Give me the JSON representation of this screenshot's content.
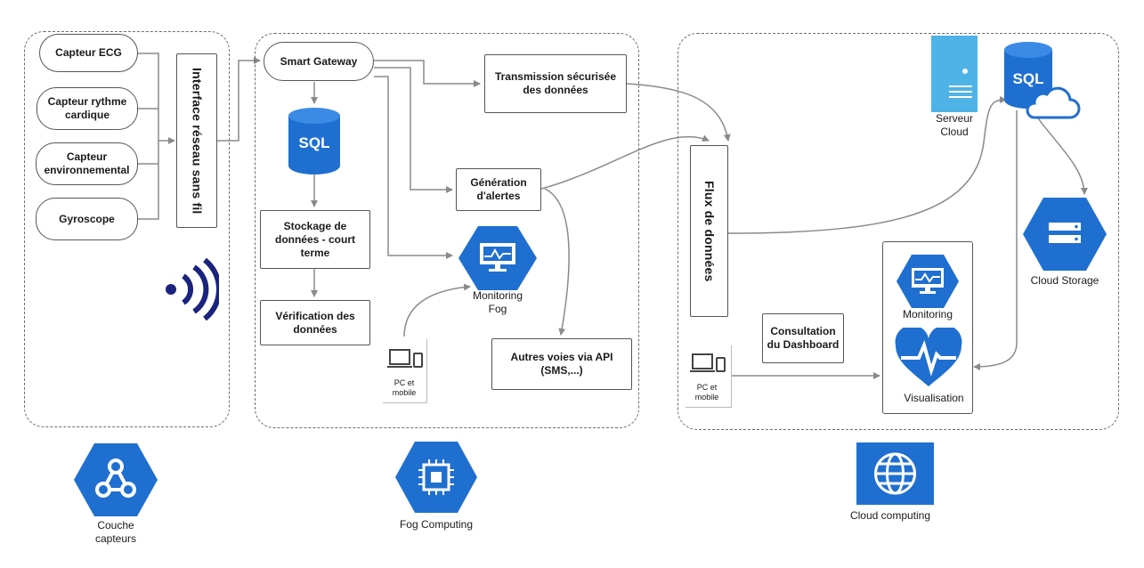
{
  "sensors": {
    "ecg": "Capteur ECG",
    "rythme": "Capteur rythme cardique",
    "environnemental": "Capteur environnemental",
    "gyroscope": "Gyroscope"
  },
  "interface_reseau": "Interface réseau sans fil",
  "fog": {
    "smart_gateway": "Smart Gateway",
    "sql_label": "SQL",
    "stockage": "Stockage de données - court terme",
    "verification": "Vérification des données",
    "generation": "Génération d'alertes",
    "transmission": "Transmission sécurisée des données",
    "monitoring": "Monitoring Fog",
    "autres_voies": "Autres voies via API (SMS,...)",
    "pc_mobile": "PC et mobile"
  },
  "cloud": {
    "flux": "Flux de données",
    "serveur": "Serveur Cloud",
    "sql_label": "SQL",
    "cloud_storage": "Cloud Storage",
    "consultation": "Consultation du Dashboard",
    "monitoring": "Monitoring",
    "visualisation": "Visualisation",
    "pc_mobile": "PC et mobile"
  },
  "layers": {
    "capteurs": "Couche capteurs",
    "fog": "Fog Computing",
    "cloud": "Cloud computing"
  },
  "colors": {
    "icon_blue": "#1f6fd0",
    "icon_blue_light": "#3b8be6",
    "navy": "#1a237e",
    "server_blue": "#4fb3e8",
    "arrow_gray": "#8a8a8a"
  }
}
